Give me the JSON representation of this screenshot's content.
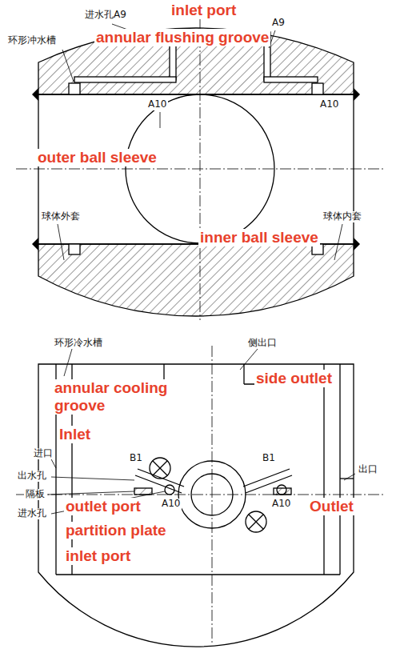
{
  "diagram": {
    "labels": [
      "进水孔A9",
      "inlet port",
      "A9",
      "环形冲水槽",
      "annular flushing groove",
      "A10",
      "A10",
      "outer ball sleeve",
      "球体外套",
      "球体内套",
      "inner ball sleeve",
      "环形冷水槽",
      "侧出口",
      "side outlet",
      "annular cooling groove",
      "进口",
      "Inlet",
      "B1",
      "B1",
      "出水孔",
      "隔板",
      "进水孔",
      "出口",
      "Outlet",
      "A10",
      "A10",
      "outlet port",
      "partition plate",
      "inlet port"
    ]
  }
}
